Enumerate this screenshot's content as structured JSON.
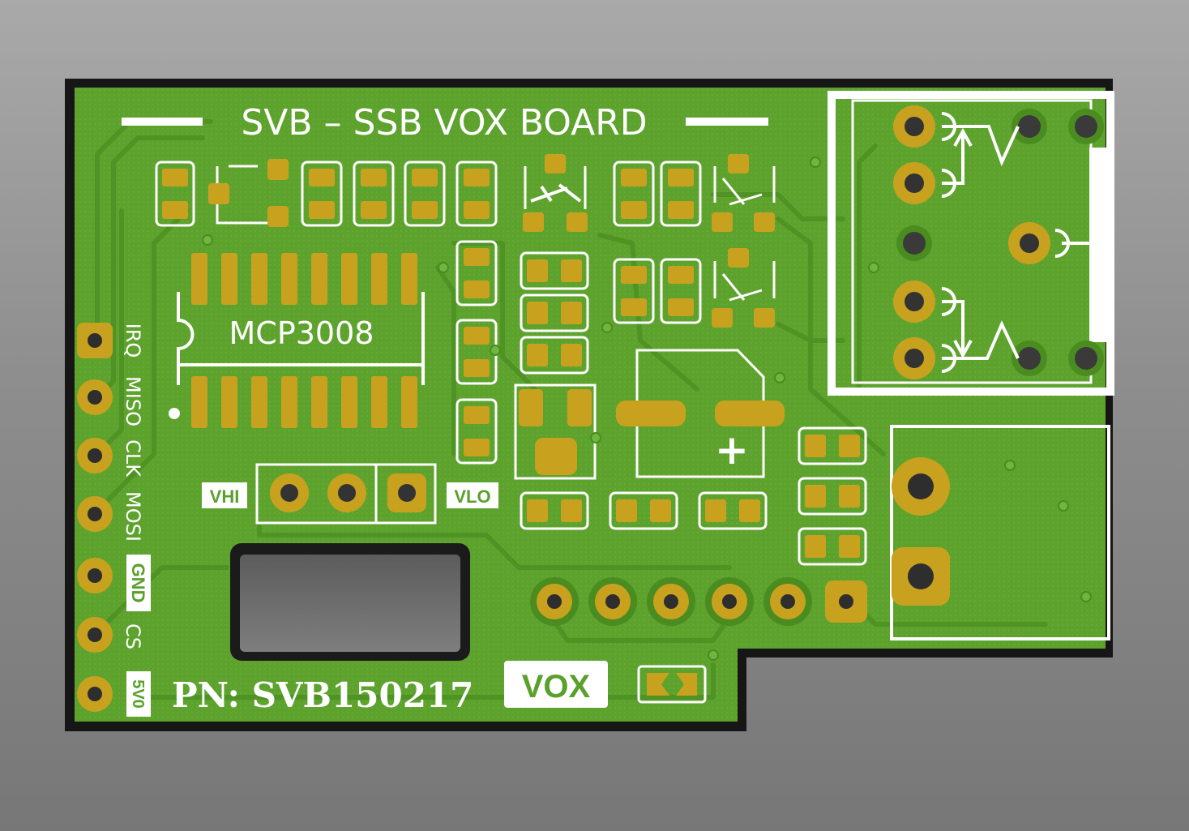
{
  "board": {
    "title": "SVB – SSB VOX BOARD",
    "ic_label": "MCP3008",
    "part_number": "PN: SVB150217",
    "vox_label": "VOX",
    "vhi_label": "VHI",
    "vlo_label": "VLO",
    "plus_label": "+"
  },
  "header_pins": [
    {
      "label": "IRQ"
    },
    {
      "label": "MISO"
    },
    {
      "label": "CLK"
    },
    {
      "label": "MOSI"
    },
    {
      "label": "GND"
    },
    {
      "label": "CS"
    },
    {
      "label": "5V0"
    }
  ],
  "colors": {
    "background": "#8e8e8e",
    "pcb_green": "#5aa02c",
    "pcb_edge": "#1a1a1a",
    "copper_pad": "#c8a21e",
    "silkscreen": "#ffffff",
    "drill": "#3a3a3a"
  }
}
